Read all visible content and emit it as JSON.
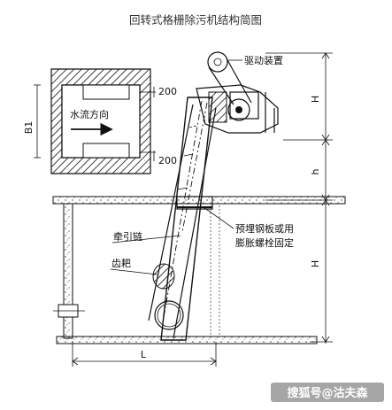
{
  "title": "回转式格栅除污机结构简图",
  "labels": {
    "drive": "驱动装置",
    "flow": "水流方向",
    "b1": "B1",
    "dim_top": "200",
    "dim_bottom": "200",
    "chain": "牵引链",
    "rake": "齿耙",
    "plate_line1": "预埋钢板或用",
    "plate_line2": "膨胀螺栓固定",
    "dim_H_top": "H",
    "dim_h": "h",
    "dim_H_bottom": "H",
    "dim_L": "L"
  },
  "watermark": "搜狐号@沽夫森"
}
